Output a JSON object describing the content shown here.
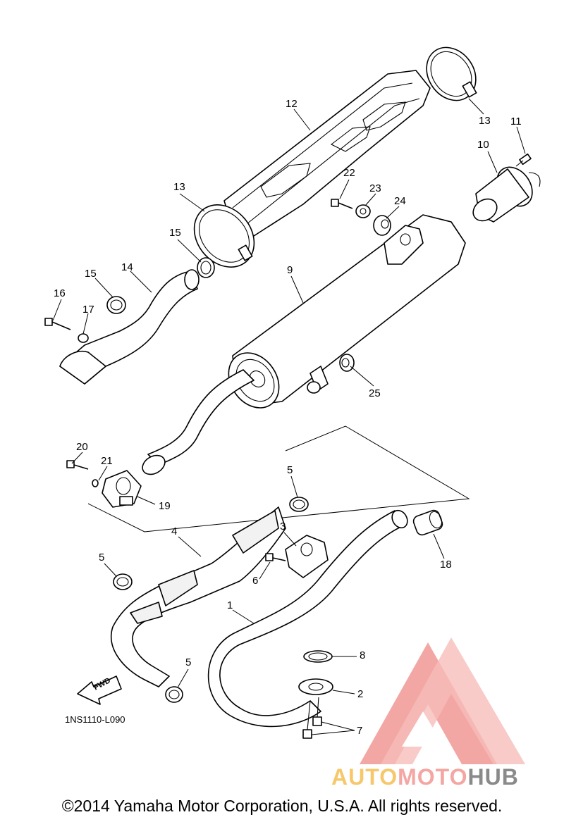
{
  "diagram": {
    "drawing_code": "1NS1110-L090",
    "fwd_label": "FWD",
    "copyright": "©2014 Yamaha Motor Corporation, U.S.A. All rights reserved.",
    "watermark": {
      "part1": "AUTO",
      "part2": "MOTO",
      "part3": "HUB",
      "colors": {
        "auto": "#f6c86b",
        "moto": "#f4a6a2",
        "hub": "#8a8a8a",
        "logo": "#f08a86"
      }
    },
    "callouts": {
      "c12": "12",
      "c13a": "13",
      "c11": "11",
      "c10": "10",
      "c13b": "13",
      "c22": "22",
      "c23": "23",
      "c24": "24",
      "c15a": "15",
      "c14": "14",
      "c15b": "15",
      "c9": "9",
      "c16": "16",
      "c17": "17",
      "c25": "25",
      "c20": "20",
      "c21": "21",
      "c19": "19",
      "c5a": "5",
      "c3": "3",
      "c4": "4",
      "c18": "18",
      "c5b": "5",
      "c6": "6",
      "c1": "1",
      "c8": "8",
      "c5c": "5",
      "c2": "2",
      "c7": "7"
    }
  }
}
